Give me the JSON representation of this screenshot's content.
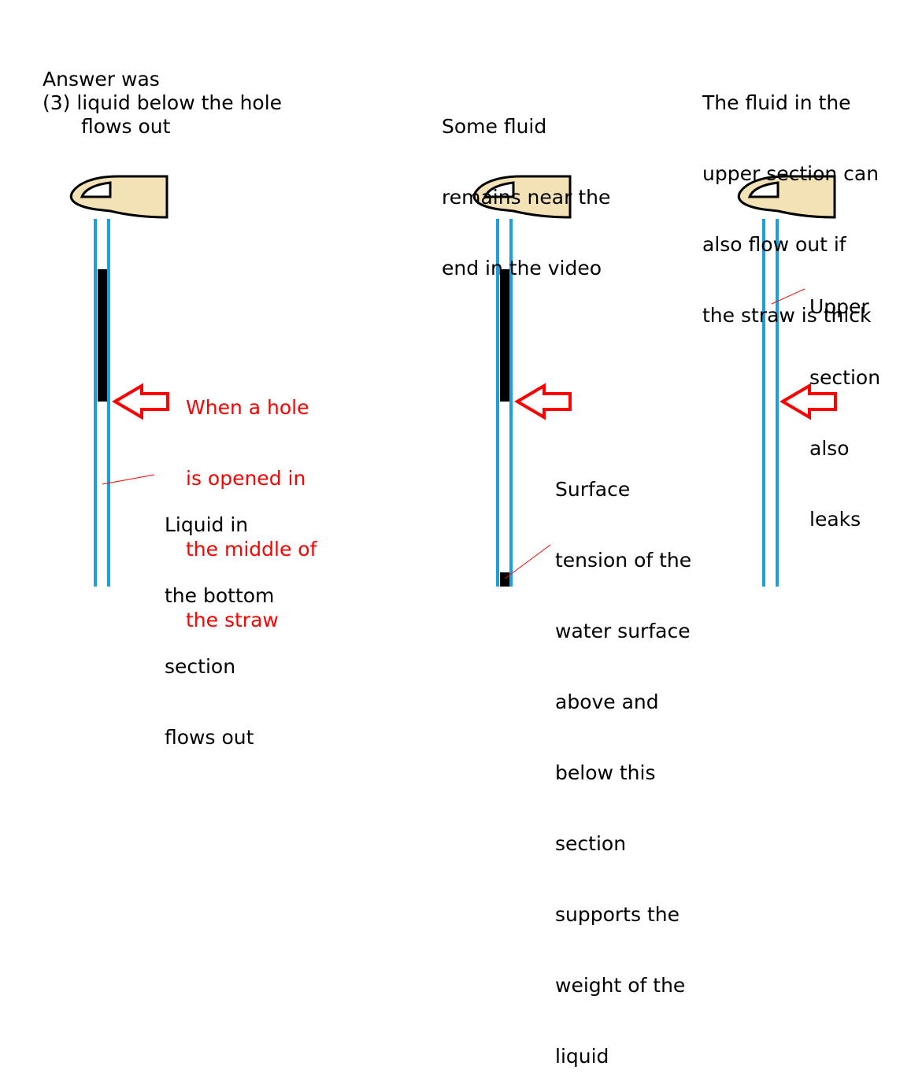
{
  "panel1": {
    "caption_line1": "Answer was",
    "caption_line2": "(3) liquid below the hole",
    "caption_line3": "flows out",
    "hole_label": [
      "When a hole",
      "is opened in",
      "the middle of",
      "the straw"
    ],
    "bottom_label": [
      "Liquid in",
      "the bottom",
      "section",
      "flows out"
    ]
  },
  "panel2": {
    "caption": [
      "Some fluid",
      "remains near the",
      "end in the video"
    ],
    "surface_label": [
      "Surface",
      "tension of the",
      "water surface",
      "above and",
      "below this",
      "section",
      "supports the",
      "weight of the",
      "liquid"
    ]
  },
  "panel3": {
    "caption": [
      "The fluid in the",
      "upper section can",
      "also flow out if",
      "the straw is thick"
    ],
    "upper_label": [
      "Upper",
      "section",
      "also",
      "leaks"
    ]
  },
  "colors": {
    "straw": "#1a9fe0",
    "liquid": "#000000",
    "finger": "#f3e2b5",
    "arrow": "#ff0000",
    "pointer": "#ff0000",
    "emphasis_text": "#ff0000"
  }
}
